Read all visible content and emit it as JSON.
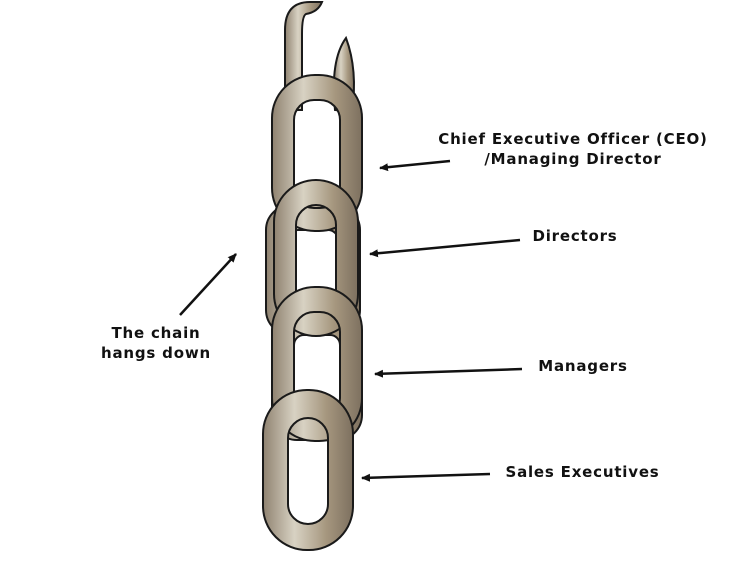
{
  "labels": {
    "ceo_line1": "Chief Executive Officer (CEO)",
    "ceo_line2": "/Managing Director",
    "directors": "Directors",
    "managers": "Managers",
    "sales": "Sales Executives",
    "chain_line1": "The chain",
    "chain_line2": "hangs down"
  },
  "colors": {
    "metal": "#a89a86",
    "metal_light": "#d9d3c4",
    "outline": "#1a1a1a",
    "arrow": "#111111"
  }
}
